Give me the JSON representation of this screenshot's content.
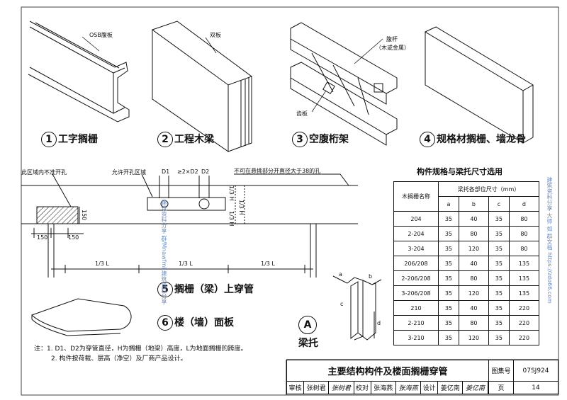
{
  "figures": {
    "f1": {
      "num": "1",
      "label": "工字搁栅",
      "callout": "OSB腹板"
    },
    "f2": {
      "num": "2",
      "label": "工程木梁",
      "callout": "双板"
    },
    "f3": {
      "num": "3",
      "label": "空腹桁架",
      "callout1": "腹杆",
      "callout1b": "（木或金属）",
      "callout2": "齿板"
    },
    "f4": {
      "num": "4",
      "label": "规格材搁栅、墙龙骨"
    },
    "f5": {
      "num": "5",
      "label": "搁栅（梁）上穿管"
    },
    "f6": {
      "num": "6",
      "label": "楼（墙）面板"
    },
    "fA": {
      "num": "A",
      "label": "梁托",
      "dim_a": "a",
      "dim_b": "b",
      "dim_c": "c",
      "dim_d": "d"
    }
  },
  "beam": {
    "no_hole_zone": "此区域内不准开孔",
    "allow_zone": "允许开孔区域",
    "cantilever_note": "不可在悬挑部分开直径大于38的孔",
    "d1": "D1",
    "spacing": "≥2×D2",
    "d2": "D2",
    "dim_h_top": "1/3 H",
    "dim_h_mid": "1/3 H",
    "dim_h_bottom": "1/3 H",
    "dim_150_side": "150",
    "dim_150_a": "150",
    "dim_150_b": "150",
    "span_1": "1/3 L",
    "span_2": "1/3 L",
    "span_3": "1/3 L"
  },
  "spec_table": {
    "title": "构件规格与梁托尺寸选用",
    "name_header": "木搁栅名称",
    "group_header": "梁托各部位尺寸（mm）",
    "cols": [
      "a",
      "b",
      "c",
      "d"
    ],
    "rows": [
      {
        "name": "204",
        "vals": [
          "35",
          "40",
          "35",
          "80"
        ]
      },
      {
        "name": "2-204",
        "vals": [
          "35",
          "80",
          "35",
          "80"
        ]
      },
      {
        "name": "3-204",
        "vals": [
          "35",
          "120",
          "35",
          "80"
        ]
      },
      {
        "name": "206/208",
        "vals": [
          "35",
          "40",
          "35",
          "135"
        ]
      },
      {
        "name": "2-206/208",
        "vals": [
          "35",
          "80",
          "35",
          "135"
        ]
      },
      {
        "name": "3-206/208",
        "vals": [
          "35",
          "120",
          "35",
          "135"
        ]
      },
      {
        "name": "210",
        "vals": [
          "35",
          "40",
          "35",
          "220"
        ]
      },
      {
        "name": "2-210",
        "vals": [
          "35",
          "80",
          "35",
          "220"
        ]
      },
      {
        "name": "3-210",
        "vals": [
          "35",
          "120",
          "35",
          "220"
        ]
      }
    ]
  },
  "notes": {
    "line1": "注：1. D1、D2为穿管直径，H为搁栅（地梁）高度，L为地面搁栅的跨度。",
    "line2": "2. 构件按荷载、层高（净空）及厂商产品设计。"
  },
  "title_block": {
    "title": "主要结构构件及楼面搁栅穿管",
    "atlas_label": "图集号",
    "atlas_no": "07SJ924",
    "review_label": "审核",
    "review_name": "张树君",
    "review_sign": "张树君",
    "check_label": "校对",
    "check_name": "张海燕",
    "check_sign": "张海燕",
    "design_label": "设计",
    "design_name": "姜亿南",
    "design_sign": "姜亿南",
    "page_label": "页",
    "page_no": "14"
  },
  "watermarks": {
    "left": "建筑资料分享 群/Mnawfml 建筑资料分享",
    "right": "建筑资料分享 大师 如 群文档 https://zdo66.com"
  }
}
